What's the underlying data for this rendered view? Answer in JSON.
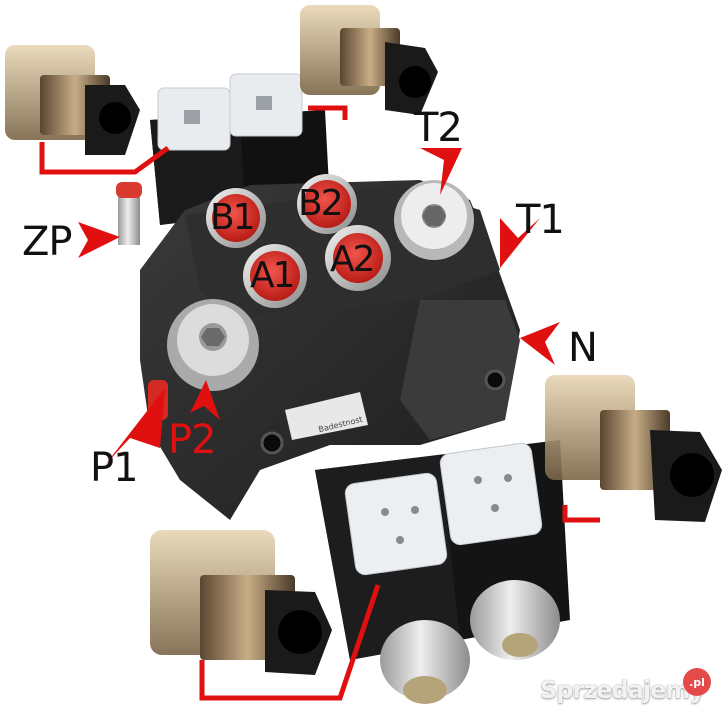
{
  "image": {
    "subject": "2-section electro-hydraulic directional control valve with solenoid coils and DIN connectors",
    "colors": {
      "annotation_red": "#e01010",
      "valve_body": "#2a2a2a",
      "port_plug_red": "#d8322a",
      "steel": "#c8c8c8",
      "background": "#ffffff"
    }
  },
  "port_labels": {
    "zp": "ZP",
    "t2": "T2",
    "t1": "T1",
    "n": "N",
    "p1": "P1",
    "p2": "P2",
    "b1": "B1",
    "b2": "B2",
    "a1": "A1",
    "a2": "A2"
  },
  "sticker": {
    "text": "Badestnost"
  },
  "watermark": {
    "brand": "Sprzedajemy",
    "tld": ".pl"
  }
}
